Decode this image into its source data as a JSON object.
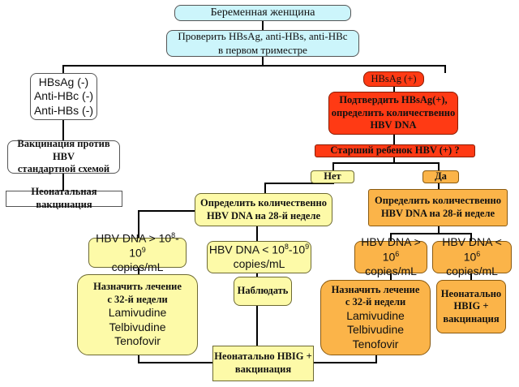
{
  "flowchart": {
    "root": "Беременная женщина",
    "check": [
      "Проверить  HBsAg, anti-HBs, anti-HBc",
      "в первом триместре"
    ],
    "negative": {
      "markers": [
        "HBsAg (-)",
        "Anti-HBc (-)",
        "Anti-HBs (-)"
      ],
      "vaccination": [
        "Вакцинация против HBV",
        "стандартной схемой"
      ],
      "neonatal": "Неонатальная вакцинация"
    },
    "positive": {
      "label": "HBsAg (+)",
      "confirm": [
        "Подтвердить HBsAg(+),",
        "определить количественно",
        "HBV DNA"
      ],
      "question": "Старший ребенок HBV (+) ?",
      "no": {
        "label": "Нет",
        "measure": [
          "Определить количественно",
          "HBV DNA на 28-й неделе"
        ],
        "high": {
          "line1_prefix": "HBV DNA > 10",
          "exp1": "8",
          "mid": "-10",
          "exp2": "9",
          "line2": "copies/mL"
        },
        "low": {
          "line1_prefix": "HBV DNA < 10",
          "exp1": "8",
          "mid": "-10",
          "exp2": "9",
          "line2": "copies/mL"
        },
        "treat": [
          "Назначить лечение",
          "с 32-й недели"
        ],
        "drugs": [
          "Lamivudine",
          "Telbivudine",
          "Tenofovir"
        ],
        "observe": "Наблюдать",
        "final": [
          "Неонатально HBIG +",
          "вакцинация"
        ]
      },
      "yes": {
        "label": "Да",
        "measure": [
          "Определить количественно",
          "HBV DNA на 28-й неделе"
        ],
        "high": {
          "line1": "HBV DNA >",
          "line2_prefix": "10",
          "exp": "6",
          "line2_suffix": " copies/mL"
        },
        "low": {
          "line1_prefix": "HBV DNA < 10",
          "exp": "6",
          "line2": "copies/mL"
        },
        "treat": [
          "Назначить лечение",
          "с 32-й недели"
        ],
        "drugs": [
          "Lamivudine",
          "Telbivudine",
          "Tenofovir"
        ],
        "final": [
          "Неонатально",
          "HBIG +",
          "вакцинация"
        ]
      }
    }
  }
}
